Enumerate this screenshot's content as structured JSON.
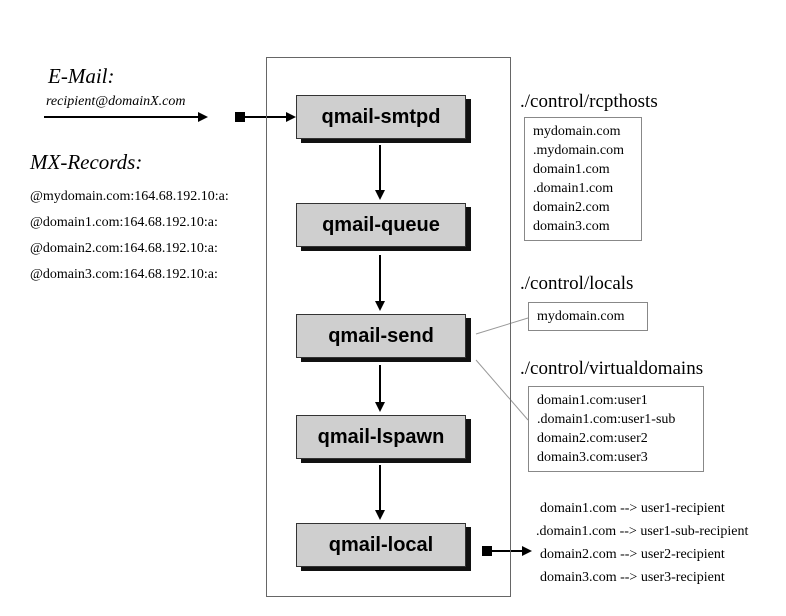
{
  "email": {
    "heading": "E-Mail:",
    "address": "recipient@domainX.com"
  },
  "mx": {
    "heading": "MX-Records:",
    "records": [
      "@mydomain.com:164.68.192.10:a:",
      "@domain1.com:164.68.192.10:a:",
      "@domain2.com:164.68.192.10:a:",
      "@domain3.com:164.68.192.10:a:"
    ]
  },
  "processes": [
    "qmail-smtpd",
    "qmail-queue",
    "qmail-send",
    "qmail-lspawn",
    "qmail-local"
  ],
  "controls": {
    "rcpthosts": {
      "title": "./control/rcpthosts",
      "entries": [
        "mydomain.com",
        ".mydomain.com",
        "domain1.com",
        ".domain1.com",
        "domain2.com",
        "domain3.com"
      ]
    },
    "locals": {
      "title": "./control/locals",
      "entries": [
        "mydomain.com"
      ]
    },
    "virtualdomains": {
      "title": "./control/virtualdomains",
      "entries": [
        "domain1.com:user1",
        ".domain1.com:user1-sub",
        "domain2.com:user2",
        "domain3.com:user3"
      ]
    }
  },
  "delivery": [
    "domain1.com -->  user1-recipient",
    ".domain1.com -->  user1-sub-recipient",
    "domain2.com -->  user2-recipient",
    "domain3.com -->  user3-recipient"
  ]
}
